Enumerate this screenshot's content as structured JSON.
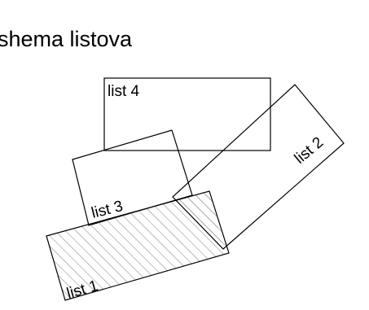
{
  "title": "shema listova",
  "sheets": [
    {
      "id": "list-1",
      "label": "list 1",
      "hatched": true
    },
    {
      "id": "list-2",
      "label": "list 2",
      "hatched": false
    },
    {
      "id": "list-3",
      "label": "list 3",
      "hatched": false
    },
    {
      "id": "list-4",
      "label": "list 4",
      "hatched": false
    }
  ],
  "colors": {
    "stroke": "#000000",
    "hatch": "#808080",
    "background": "#ffffff"
  }
}
